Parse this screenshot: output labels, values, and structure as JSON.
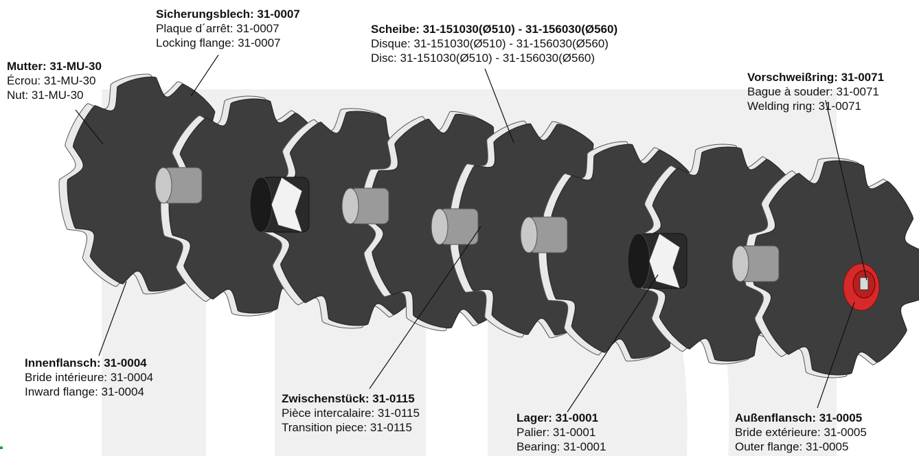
{
  "colors": {
    "disc_dark": "#3d3d3d",
    "disc_edge": "#e9e9e9",
    "hub_gray": "#9a9a9a",
    "accent_red": "#d8292a",
    "background_shape": "#efefef"
  },
  "labels": [
    {
      "id": "mutter",
      "lines": [
        "Mutter: 31-MU-30",
        "Écrou: 31-MU-30",
        "Nut: 31-MU-30"
      ]
    },
    {
      "id": "sicherungsblech",
      "lines": [
        "Sicherungsblech: 31-0007",
        "Plaque d´arrêt: 31-0007",
        "Locking flange: 31-0007"
      ]
    },
    {
      "id": "scheibe",
      "lines": [
        "Scheibe: 31-151030(Ø510) - 31-156030(Ø560)",
        "Disque: 31-151030(Ø510) - 31-156030(Ø560)",
        "Disc: 31-151030(Ø510) - 31-156030(Ø560)"
      ]
    },
    {
      "id": "vorschweissring",
      "lines": [
        "Vorschweißring: 31-0071",
        "Bague à souder: 31-0071",
        "Welding ring: 31-0071"
      ]
    },
    {
      "id": "innenflansch",
      "lines": [
        "Innenflansch: 31-0004",
        "Bride intérieure: 31-0004",
        "Inward flange: 31-0004"
      ]
    },
    {
      "id": "zwischenstueck",
      "lines": [
        "Zwischenstück: 31-0115",
        "Pièce intercalaire: 31-0115",
        "Transition piece: 31-0115"
      ]
    },
    {
      "id": "lager",
      "lines": [
        "Lager: 31-0001",
        "Palier: 31-0001",
        "Bearing: 31-0001"
      ]
    },
    {
      "id": "aussenflansch",
      "lines": [
        "Außenflansch: 31-0005",
        "Bride extérieure: 31-0005",
        "Outer flange: 31-0005"
      ]
    }
  ]
}
